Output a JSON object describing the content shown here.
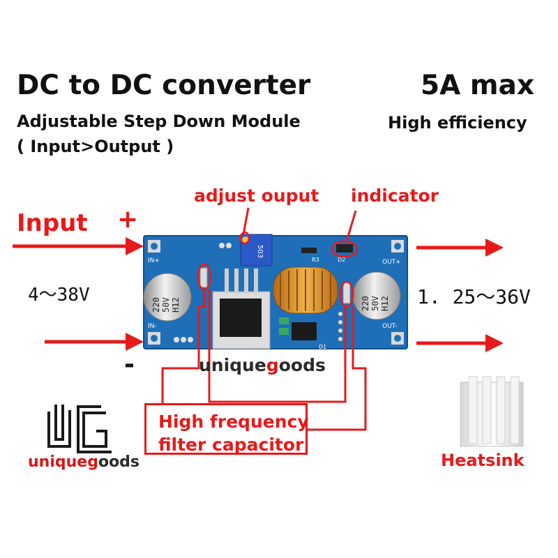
{
  "header": {
    "title": "DC to DC converter",
    "max_current": "5A max",
    "subtitle": "Adjustable Step Down Module",
    "subtitle_note": "( Input>Output )",
    "efficiency": "High efficiency"
  },
  "labels": {
    "adjust_output": "adjust ouput",
    "indicator": "indicator",
    "input": "Input",
    "plus": "+",
    "minus": "-",
    "input_range": "4～38V",
    "output_range": "1. 25～36V",
    "filter_line1": "High frequency",
    "filter_line2": "filter capacitor",
    "heatsink": "Heatsink"
  },
  "board_marks": {
    "in_plus": "IN+",
    "in_minus": "IN-",
    "out_plus": "OUT+",
    "out_minus": "OUT-",
    "cap_left": [
      "220",
      "50V",
      "H12"
    ],
    "cap_right": [
      "220",
      "50V",
      "H12"
    ],
    "pot_code": "503",
    "r3": "R3",
    "d2": "D2",
    "d1": "D1"
  },
  "watermark": {
    "part1": "unique",
    "part2": "g",
    "part3": "oods"
  },
  "colors": {
    "arrow_red": "#e8191a",
    "board_blue": "#1f6fb8",
    "text_black": "#111111"
  }
}
